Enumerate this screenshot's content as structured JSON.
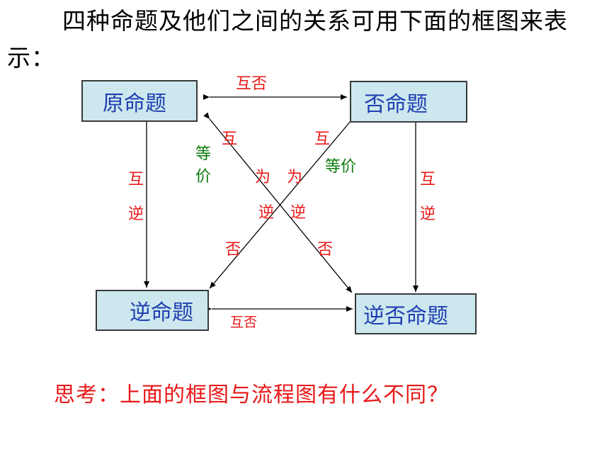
{
  "intro_text": "四种命题及他们之间的关系可用下面的框图来表示：",
  "boxes": {
    "original": "原命题",
    "negation": "否命题",
    "converse": "逆命题",
    "contrapositive": "逆否命题"
  },
  "relations": {
    "top_negation": "互否",
    "bottom_negation": "互否",
    "left_converse": "互逆",
    "right_converse": "互逆",
    "diag_left_contra": "互为逆否",
    "diag_right_contra": "互为逆否",
    "equiv_left": "等价",
    "equiv_right": "等价"
  },
  "question": "思考：上面的框图与流程图有什么不同？",
  "colors": {
    "box_fill": "#cce8ee",
    "box_text": "#1f3fb0",
    "relation_red": "#e81818",
    "relation_green": "#0a7a0a"
  }
}
